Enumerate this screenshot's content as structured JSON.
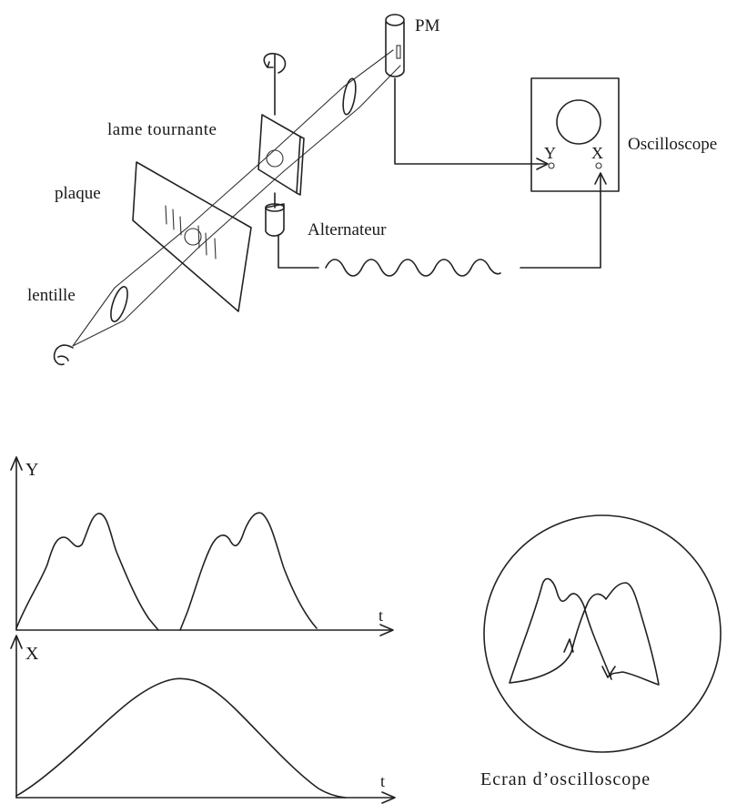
{
  "apparatus": {
    "pm_label": "PM",
    "oscilloscope_label": "Oscilloscope",
    "oscilloscope_y_label": "Y",
    "oscilloscope_x_label": "X",
    "rotating_plate_label": "lame tournante",
    "plate_label": "plaque",
    "lens_label": "lentille",
    "alternator_label": "Alternateur"
  },
  "signals": {
    "y_axis_label": "Y",
    "y_time_label": "t",
    "x_axis_label": "X",
    "x_time_label": "t"
  },
  "screen": {
    "caption": "Ecran d’oscilloscope"
  }
}
